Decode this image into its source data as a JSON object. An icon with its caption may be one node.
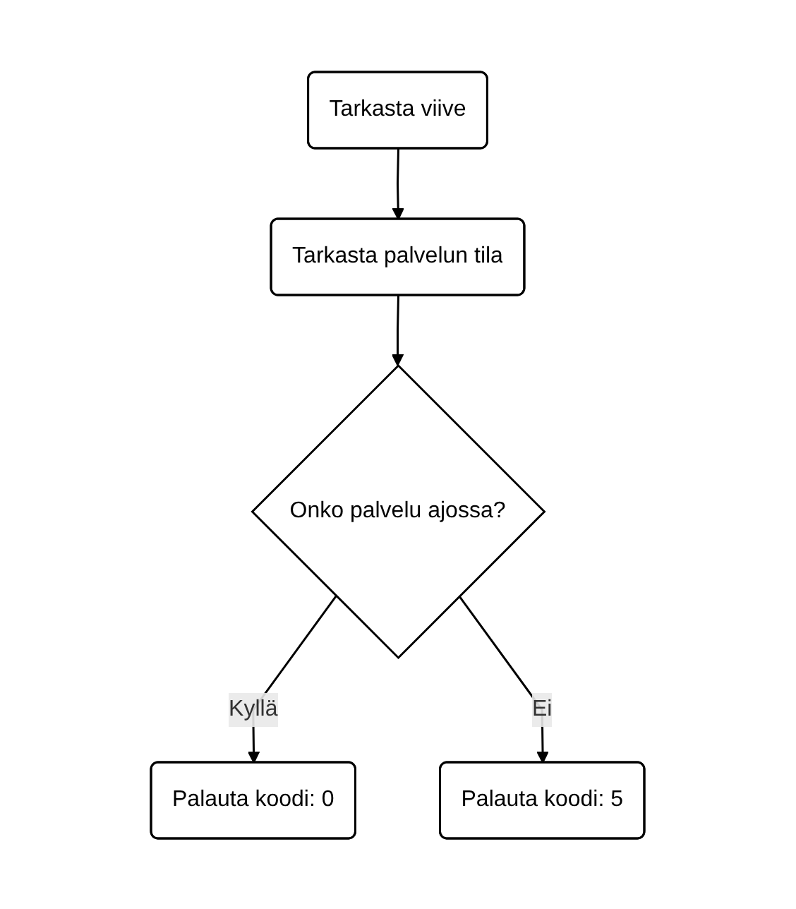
{
  "diagram": {
    "nodes": [
      {
        "text": [
          "Tarkasta viive"
        ]
      },
      {
        "text": [
          "Tarkasta palvelun tila"
        ]
      },
      {
        "text": [
          "Onko palvelu ajossa?"
        ]
      },
      {
        "text": [
          "Palauta koodi: 0"
        ]
      },
      {
        "text": [
          "Palauta koodi: 5"
        ]
      }
    ],
    "edges": [
      {
        "from": 0,
        "to": 1,
        "arrow": "to"
      },
      {
        "from": 1,
        "to": 2,
        "arrow": "to"
      },
      {
        "from": 2,
        "to": 3,
        "arrow": "to",
        "label": "Kyllä"
      },
      {
        "from": 2,
        "to": 4,
        "arrow": "to",
        "label": "Ei"
      }
    ]
  }
}
